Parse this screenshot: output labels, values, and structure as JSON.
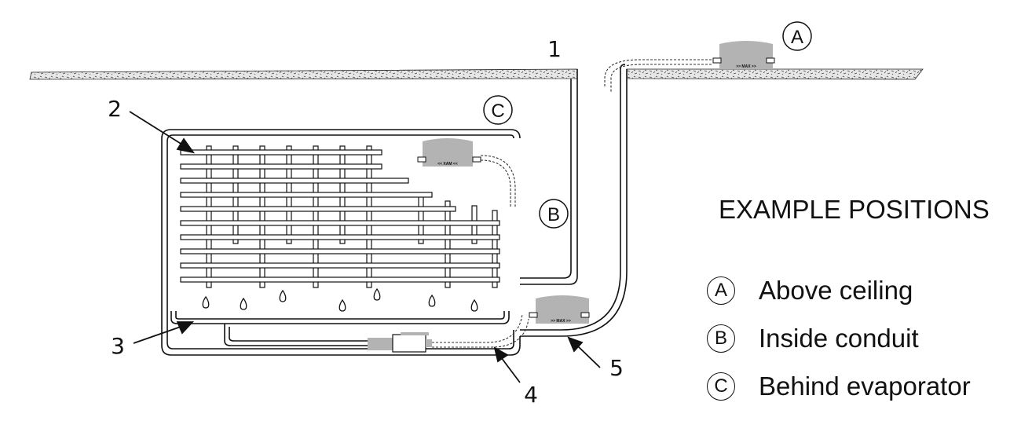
{
  "callouts": [
    "1",
    "2",
    "3",
    "4",
    "5"
  ],
  "position_markers": [
    "A",
    "B",
    "C"
  ],
  "device_label": ">> MAX >>",
  "device_label_reversed": "<< XAM <<",
  "legend": {
    "title": "EXAMPLE POSITIONS",
    "items": [
      {
        "letter": "A",
        "text": "Above ceiling"
      },
      {
        "letter": "B",
        "text": "Inside conduit"
      },
      {
        "letter": "C",
        "text": "Behind evaporator"
      }
    ]
  },
  "colors": {
    "line": "#111111",
    "device": "#b3b3b3",
    "ceiling": "#d8d8d8"
  }
}
